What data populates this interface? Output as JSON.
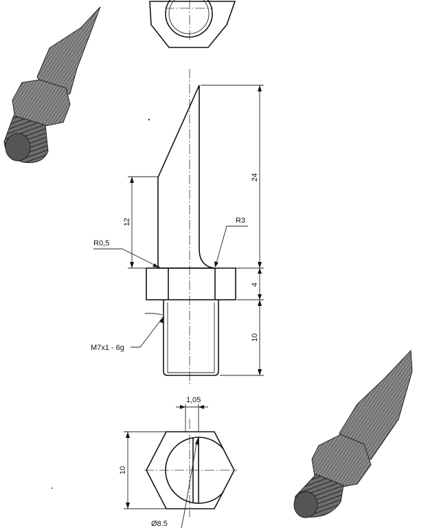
{
  "dimensions": {
    "overall_tip_height": "24",
    "blade_step_height": "12",
    "hex_height": "4",
    "thread_length": "10",
    "hex_across_flats": "10",
    "blade_thickness": "1,05",
    "bore_diameter": "Ø8.5"
  },
  "callouts": {
    "fillet_small": "R0,5",
    "fillet_large": "R3",
    "thread_spec": "M7x1 - 6g"
  },
  "colors": {
    "ink": "#111111",
    "paper": "#ffffff",
    "shade": "#777777"
  }
}
